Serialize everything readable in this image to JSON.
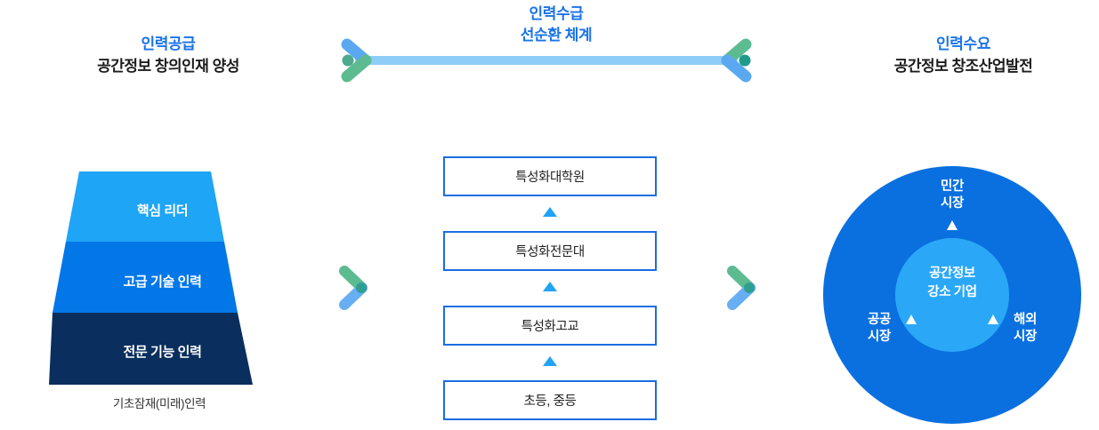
{
  "headers": {
    "supply": {
      "accent": "인력공급",
      "title": "공간정보 창의인재 양성"
    },
    "cycle": {
      "line1": "인력수급",
      "line2": "선순환 체계"
    },
    "demand": {
      "accent": "인력수요",
      "title": "공간정보 창조산업발전"
    }
  },
  "pyramid": {
    "levels": [
      {
        "label": "핵심 리더",
        "color": "#1ea5f5"
      },
      {
        "label": "고급 기술 인력",
        "color": "#0277e8"
      },
      {
        "label": "전문 기능 인력",
        "color": "#0a2f5e"
      }
    ],
    "caption": "기초잠재(미래)인력"
  },
  "ladder": {
    "boxes": [
      {
        "label": "특성화대학원"
      },
      {
        "label": "특성화전문대"
      },
      {
        "label": "특성화고교"
      },
      {
        "label": "초등, 중등"
      }
    ],
    "connector_icon": "triangle-up-icon",
    "connector_color": "#20a4f3",
    "border_color": "#1b6ee2"
  },
  "circle": {
    "outer_color": "#0a70df",
    "inner_color": "#2aa8f7",
    "center_label": "공간정보\n강소 기업",
    "markets": [
      {
        "name": "private",
        "label": "민간\n시장"
      },
      {
        "name": "public",
        "label": "공공\n시장"
      },
      {
        "name": "oversea",
        "label": "해외\n시장"
      }
    ],
    "marker_icon": "triangle-up-icon",
    "marker_color": "#ffffff"
  },
  "arrows": {
    "double_arrow_icon": "double-headed-arrow-icon",
    "shaft_color": "#8ecdf6",
    "head_blue": "#5aa9f0",
    "head_green": "#5dbb92",
    "chevron_icon": "chevron-right-icon",
    "chevron_blue": "#68aef2",
    "chevron_green": "#5dbb92"
  },
  "colors": {
    "accent_blue": "#1a73e8",
    "text_dark": "#1c1c1c"
  }
}
